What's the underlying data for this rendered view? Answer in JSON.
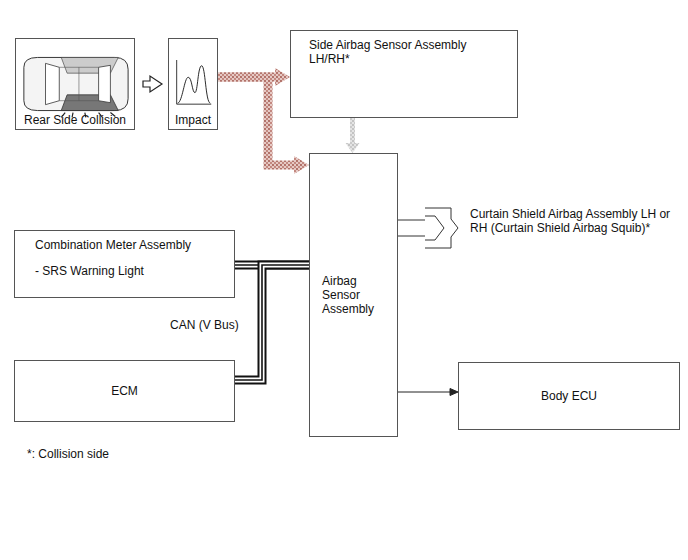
{
  "diagram": {
    "nodes": [
      {
        "text": [
          "Rear Side Collision"
        ]
      },
      {
        "text": [
          "Impact"
        ]
      },
      {
        "text": [
          "Side Airbag Sensor Assembly LH/RH*"
        ]
      },
      {
        "text": [
          "Airbag Sensor Assembly"
        ]
      },
      {
        "text": [
          "Curtain Shield Airbag Assembly LH or RH (Curtain Shield Airbag Squib)*"
        ]
      },
      {
        "text": [
          "Combination Meter Assembly",
          "- SRS Warning Light"
        ]
      },
      {
        "text": [
          "ECM"
        ]
      },
      {
        "text": [
          "Body ECU"
        ]
      }
    ],
    "edges": [
      {
        "from": 0,
        "to": 1,
        "arrow": "to"
      },
      {
        "from": 1,
        "to": 2,
        "arrow": "to"
      },
      {
        "from": 1,
        "to": 3,
        "arrow": "to"
      },
      {
        "from": 2,
        "to": 3,
        "arrow": "to"
      },
      {
        "from": 3,
        "to": 4,
        "arrow": "none"
      },
      {
        "from": 5,
        "to": 3,
        "arrow": "none"
      },
      {
        "from": 6,
        "to": 3,
        "arrow": "none"
      },
      {
        "from": 3,
        "to": 7,
        "arrow": "to"
      }
    ],
    "labels": [
      "CAN (V Bus)",
      "*: Collision side"
    ]
  }
}
